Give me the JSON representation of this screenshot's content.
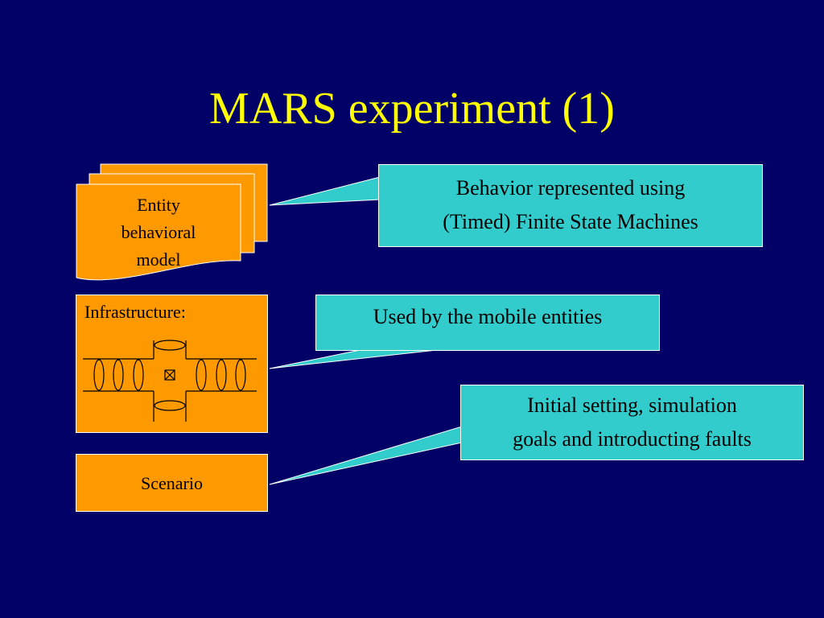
{
  "slide": {
    "title": "MARS experiment (1)"
  },
  "entity_model": {
    "lines": [
      "Entity",
      "behavioral",
      "model"
    ]
  },
  "infrastructure": {
    "label": "Infrastructure:"
  },
  "scenario": {
    "label": "Scenario"
  },
  "callouts": {
    "behavior": {
      "lines": [
        "Behavior represented using",
        "(Timed) Finite State Machines"
      ]
    },
    "usage": {
      "lines": [
        "Used by the mobile entities"
      ]
    },
    "setup": {
      "lines": [
        "Initial setting, simulation",
        "goals and introducting faults"
      ]
    }
  },
  "colors": {
    "background": "#000066",
    "title": "#ffff00",
    "box_fill": "#ff9900",
    "callout_fill": "#33cccc",
    "outline": "#ffffff"
  }
}
